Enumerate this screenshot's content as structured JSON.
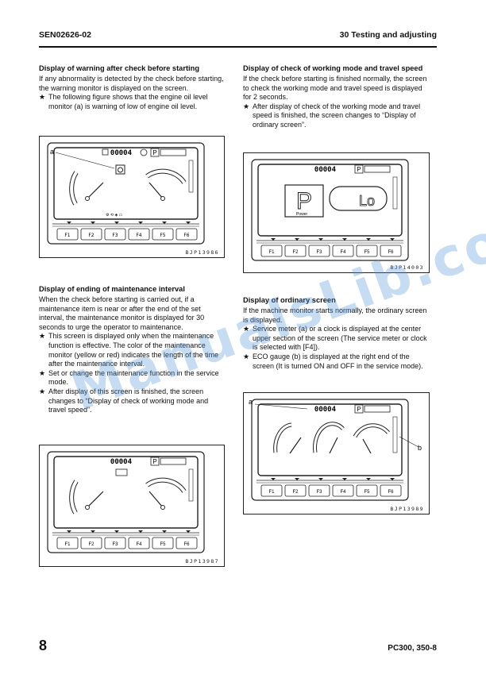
{
  "header": {
    "doc_id": "SEN02626-02",
    "section": "30 Testing and adjusting"
  },
  "footer": {
    "page": "8",
    "model": "PC300, 350-8"
  },
  "sections": {
    "warning": {
      "title": "Display of warning after check before starting",
      "body": "If any abnormality is detected by the check before starting, the warning monitor is displayed on the screen.",
      "bullets": [
        "The following figure shows that the engine oil level monitor (a) is warning of low of engine oil level."
      ],
      "figure_id": "BJP13986",
      "callout": "a"
    },
    "maintenance": {
      "title": "Display of ending of maintenance interval",
      "body": "When the check before starting is carried out, if a maintenance item is near or after the end of the set interval, the maintenance monitor is displayed for 30 seconds to urge the operator to maintenance.",
      "bullets": [
        "This screen is displayed only when the maintenance function is effective. The color of the maintenance monitor (yellow or red) indicates the length of the time after the maintenance interval.",
        "Set or change the maintenance function in the service mode.",
        "After display of this screen is finished, the screen changes to “Display of check of working mode and travel speed”."
      ],
      "figure_id": "BJP13987"
    },
    "working_mode": {
      "title": "Display of check of working mode and travel speed",
      "body": "If the check before starting is finished normally, the screen to check the working mode and travel speed is displayed for 2 seconds.",
      "bullets": [
        "After display of check of the working mode and travel speed is finished, the screen changes to “Display of ordinary screen”."
      ],
      "figure_id": "BJP14003",
      "mode_label": "P",
      "mode_sub": "Power",
      "speed_label": "Lo"
    },
    "ordinary": {
      "title": "Display of ordinary screen",
      "body": "If the machine monitor starts normally, the ordinary screen is displayed.",
      "bullets": [
        "Service meter (a) or a clock is displayed at the center upper section of the screen (The service meter or clock is selected with [F4]).",
        "ECO gauge (b) is displayed at the right end of the screen (It is turned ON and OFF in the service mode)."
      ],
      "figure_id": "BJP13989",
      "callout_a": "a",
      "callout_b": "b"
    }
  },
  "monitor": {
    "service_meter": "00004",
    "mode_letter": "P",
    "func_keys": [
      "F1",
      "F2",
      "F3",
      "F4",
      "F5",
      "F6"
    ]
  },
  "bullet_symbol": "★",
  "watermark": "ManualsLib.com"
}
